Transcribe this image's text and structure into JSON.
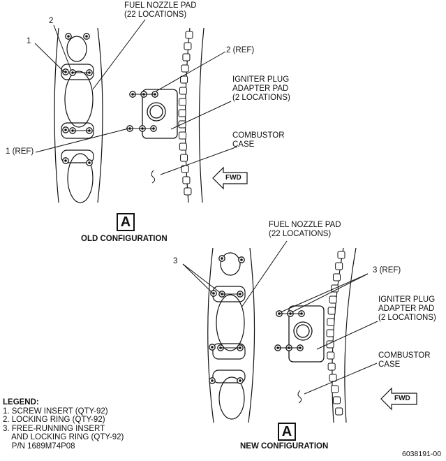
{
  "old": {
    "fuel_nozzle_pad": "FUEL NOZZLE PAD\n(22 LOCATIONS)",
    "callout_1": "1",
    "callout_2": "2",
    "ref_2": "2 (REF)",
    "igniter_plug": "IGNITER PLUG\nADAPTER PAD\n(2 LOCATIONS)",
    "ref_1": "1 (REF)",
    "combustor_case": "COMBUSTOR\nCASE",
    "fwd": "FWD",
    "view_letter": "A",
    "configuration": "OLD CONFIGURATION"
  },
  "new": {
    "fuel_nozzle_pad": "FUEL NOZZLE PAD\n(22 LOCATIONS)",
    "callout_3": "3",
    "ref_3": "3 (REF)",
    "igniter_plug": "IGNITER PLUG\nADAPTER PAD\n(2 LOCATIONS)",
    "combustor_case": "COMBUSTOR\nCASE",
    "fwd": "FWD",
    "view_letter": "A",
    "configuration": "NEW CONFIGURATION"
  },
  "legend": {
    "title": "LEGEND:",
    "items": [
      "1. SCREW INSERT (QTY-92)",
      "2. LOCKING RING (QTY-92)",
      "3. FREE-RUNNING INSERT",
      "    AND LOCKING RING (QTY-92)",
      "    P/N 1689M74P08"
    ]
  },
  "figure_number": "6038191-00"
}
